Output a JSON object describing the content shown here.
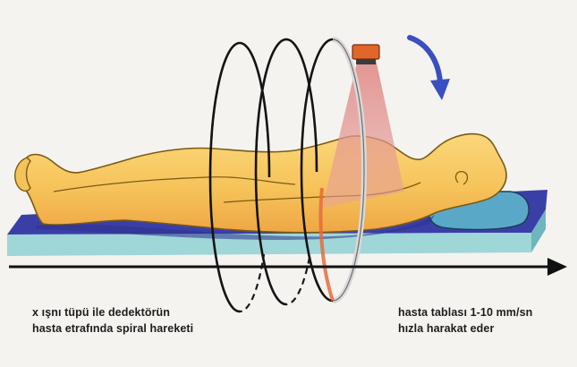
{
  "captions": {
    "left": {
      "line1": "x ışnı tüpü ile dedektörün",
      "line2": "hasta etrafında spiral hareketi"
    },
    "right": {
      "line1": "hasta tablası 1-10 mm/sn",
      "line2": "hızla harakat eder"
    }
  },
  "colors": {
    "background": "#f4f3ef",
    "table_top": "#3a3fa8",
    "table_side": "#9fd6d8",
    "body_fill": "#f6c35a",
    "body_outline": "#7a5a14",
    "pillow": "#5aa8c8",
    "xray_tube": "#e0662a",
    "beam": "#d98a86",
    "rotation_arrow": "#3a4fc0",
    "motion_arrow": "#111111"
  },
  "icons": {
    "xray_tube": "xray-tube-icon",
    "rotation_arrow": "curved-arrow-icon",
    "motion_arrow": "arrow-right-icon"
  }
}
